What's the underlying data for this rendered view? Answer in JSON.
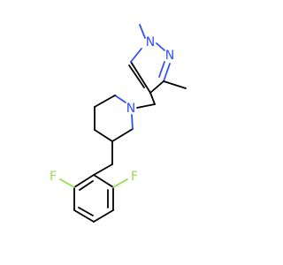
{
  "molecule": {
    "atoms": {
      "n1_pyrazole": "N",
      "n2_pyrazole": "N",
      "n_piperidine": "N",
      "f_left": "F",
      "f_right": "F"
    },
    "colors": {
      "nitrogen": "#3050F8",
      "fluorine": "#90E050",
      "carbon": "#000000",
      "background": "#ffffff"
    }
  }
}
